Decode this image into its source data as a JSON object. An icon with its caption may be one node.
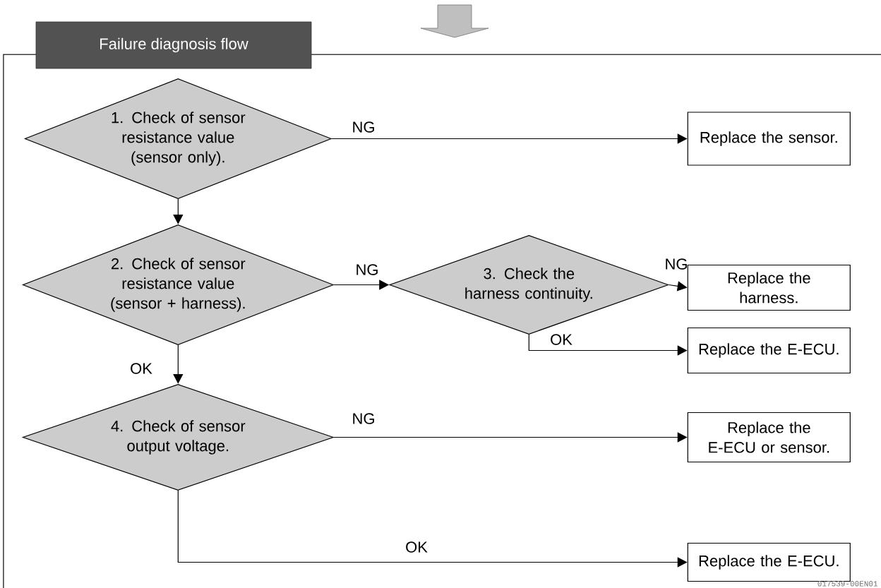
{
  "diagram": {
    "nodes": [
      {
        "text": [
          "Failure diagnosis flow"
        ]
      },
      {
        "text": [
          "1. Check of sensor resistance value (sensor only)."
        ],
        "in": 0
      },
      {
        "text": [
          "Replace the sensor."
        ],
        "in": 0
      },
      {
        "text": [
          "2. Check of sensor resistance value (sensor + harness)."
        ],
        "in": 0
      },
      {
        "text": [
          "3. Check the harness continuity."
        ],
        "in": 0
      },
      {
        "text": [
          "Replace the harness."
        ],
        "in": 0
      },
      {
        "text": [
          "Replace the E-ECU."
        ],
        "in": 0
      },
      {
        "text": [
          "4. Check of sensor output voltage."
        ],
        "in": 0
      },
      {
        "text": [
          "Replace the E-ECU or sensor."
        ],
        "in": 0
      },
      {
        "text": [
          "Replace the E-ECU."
        ],
        "in": 0
      }
    ],
    "edges": [
      {
        "from": 1,
        "to": 2,
        "arrow": "to",
        "label": "NG"
      },
      {
        "from": 1,
        "to": 3,
        "arrow": "to"
      },
      {
        "from": 3,
        "to": 4,
        "arrow": "to",
        "label": "NG"
      },
      {
        "from": 4,
        "to": 5,
        "arrow": "to",
        "label": "NG"
      },
      {
        "from": 4,
        "to": 6,
        "arrow": "to",
        "label": "OK"
      },
      {
        "from": 3,
        "to": 7,
        "arrow": "to",
        "label": "OK"
      },
      {
        "from": 7,
        "to": 8,
        "arrow": "to",
        "label": "NG"
      },
      {
        "from": 7,
        "to": 9,
        "arrow": "to",
        "label": "OK"
      }
    ],
    "labels": [
      "017539-00EN01"
    ]
  }
}
